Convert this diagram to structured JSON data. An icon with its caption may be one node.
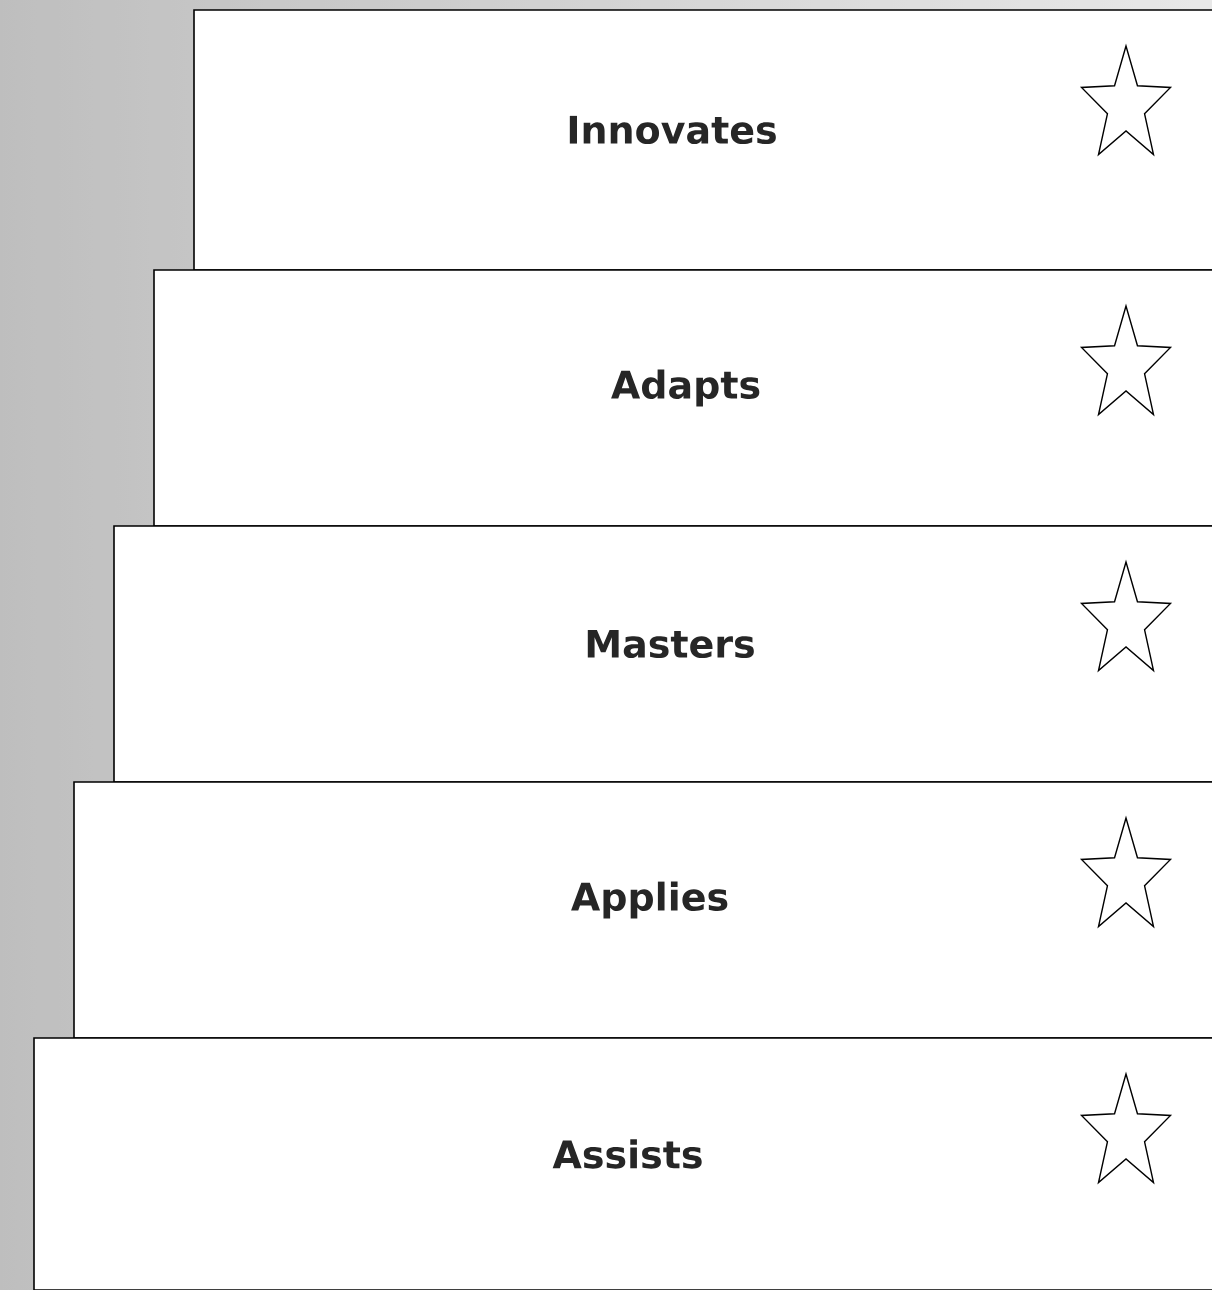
{
  "diagram": {
    "nodes": [
      {
        "text": [
          "Innovates"
        ]
      },
      {
        "text": [
          "Adapts"
        ]
      },
      {
        "text": [
          "Masters"
        ]
      },
      {
        "text": [
          "Applies"
        ]
      },
      {
        "text": [
          "Assists"
        ]
      }
    ]
  }
}
